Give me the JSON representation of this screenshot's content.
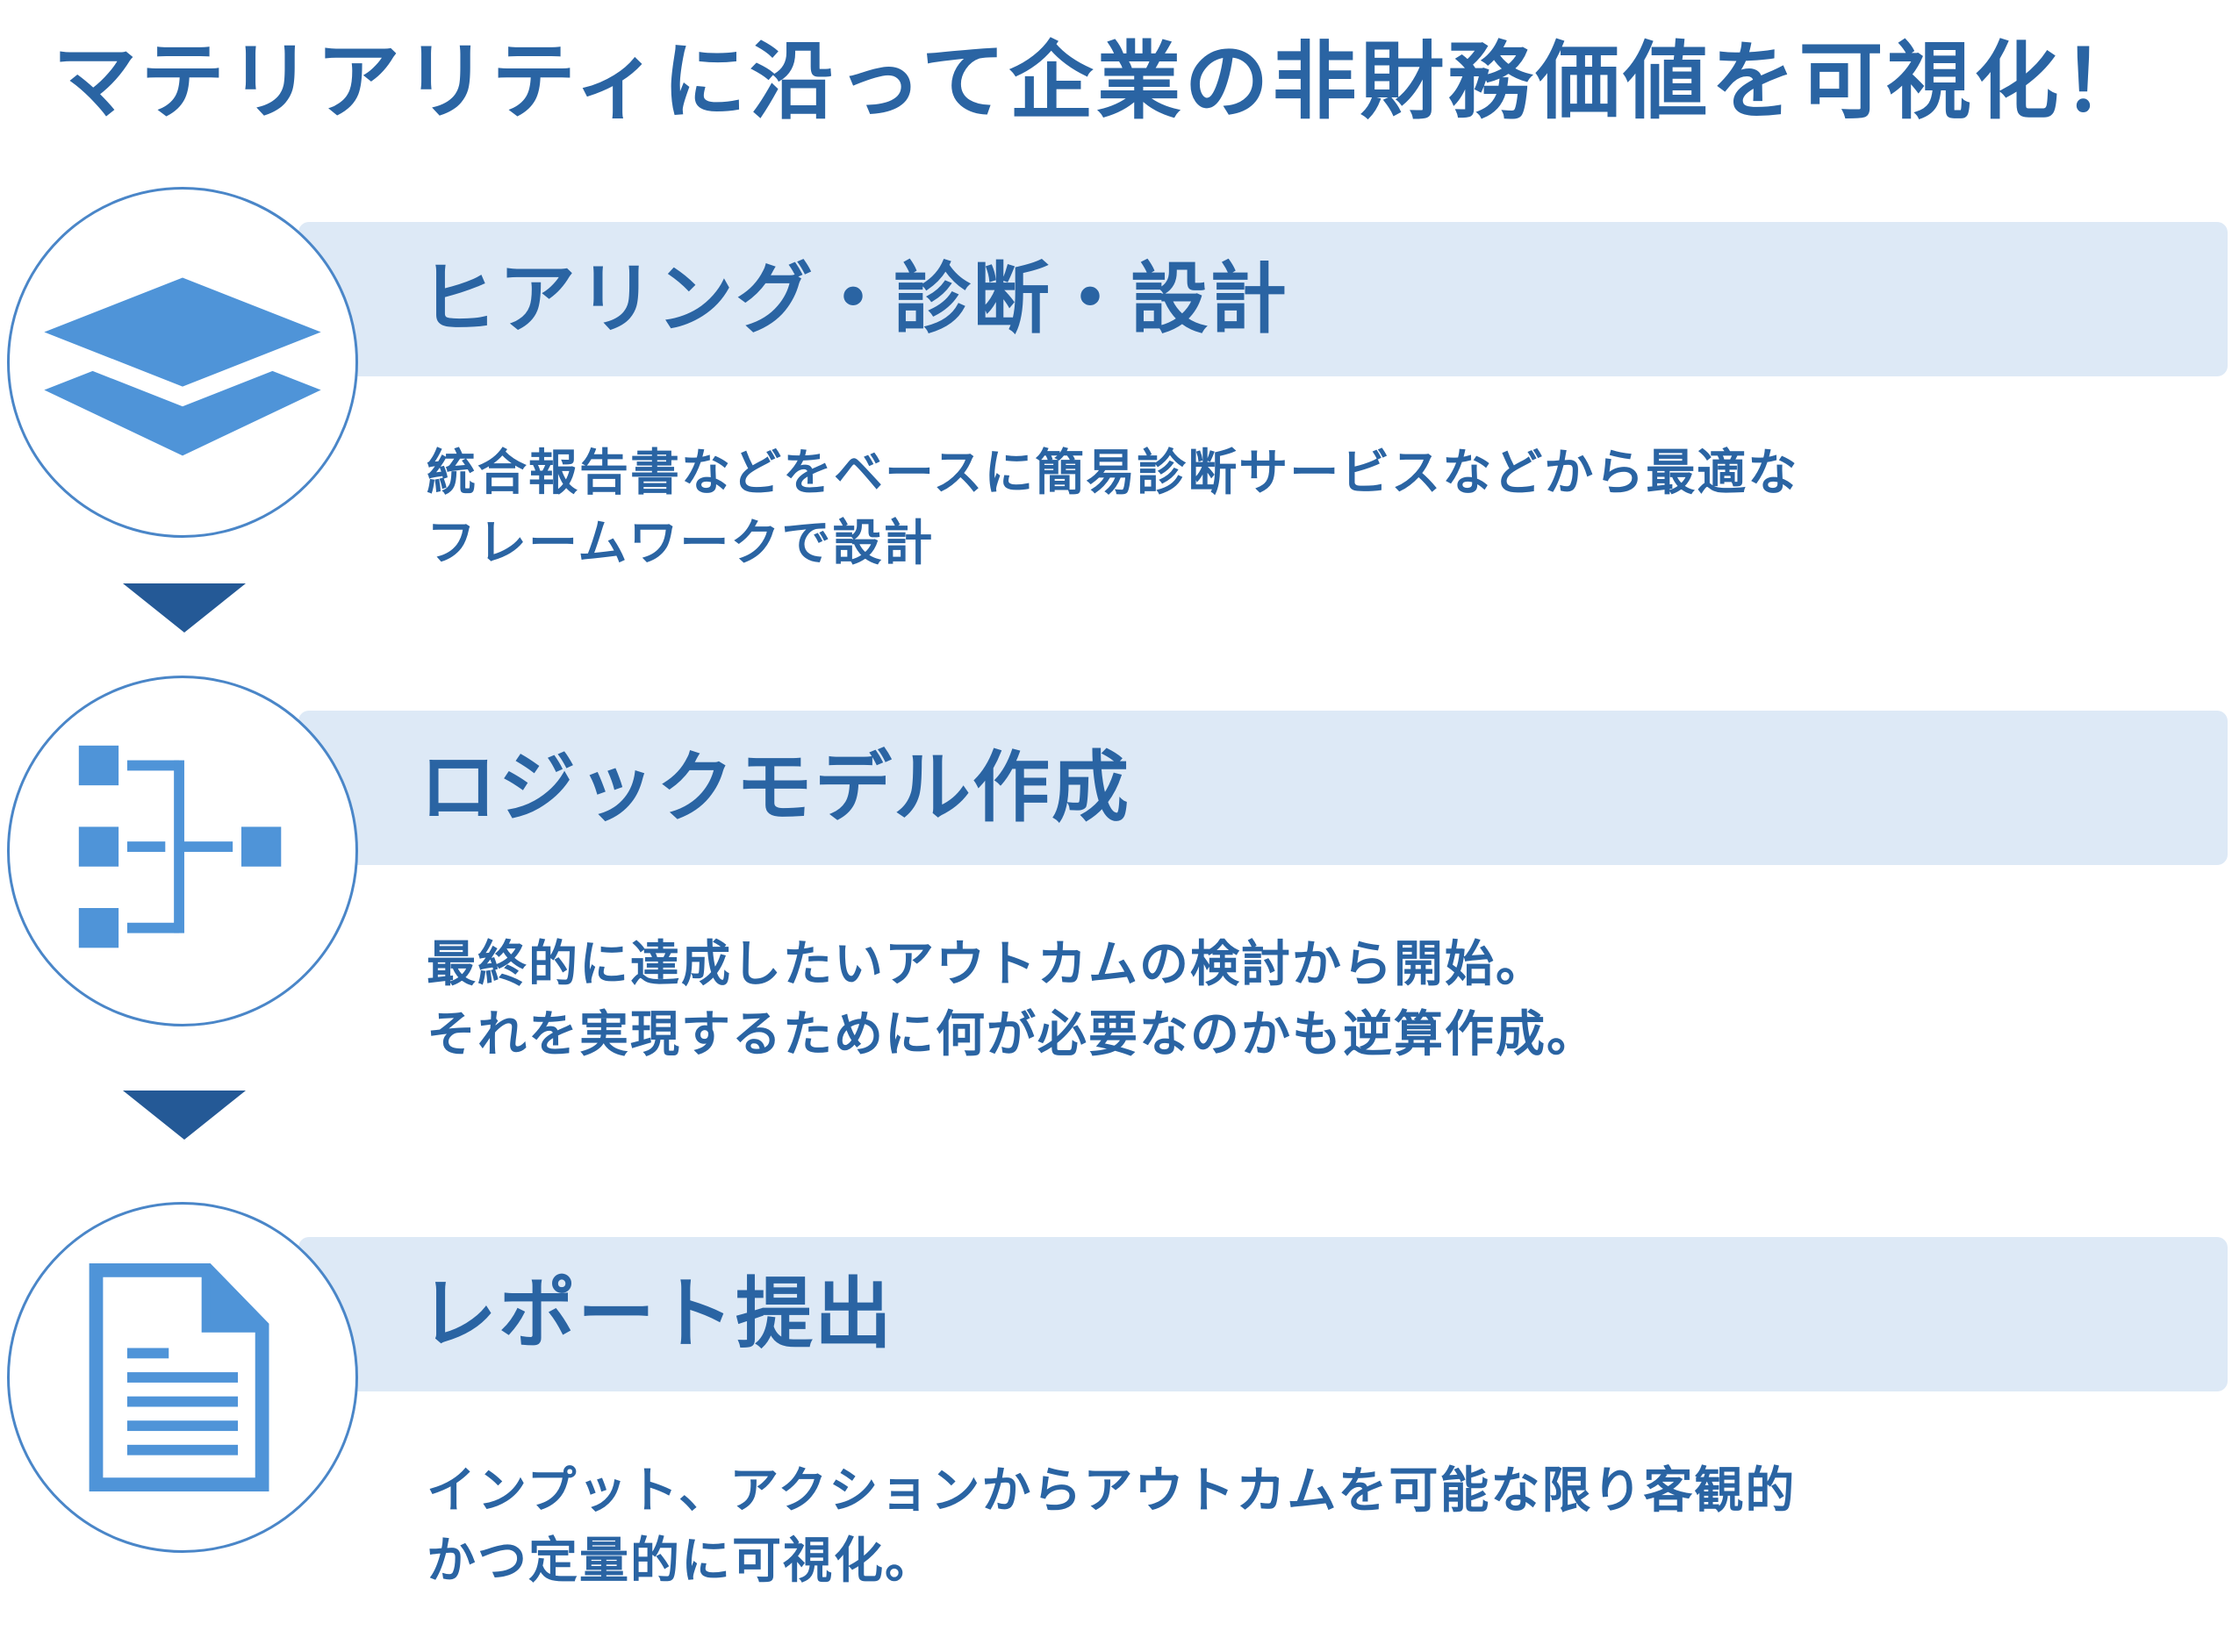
{
  "title": "マテリアリティに沿って企業の非財務価値を可視化！",
  "colors": {
    "accent": "#2a64a3",
    "icon": "#4f94d8",
    "band": "#dde9f6",
    "arrow": "#245996",
    "circle_border": "#4a86c8"
  },
  "steps": [
    {
      "icon": "layers-icon",
      "heading": "ヒアリング・診断・設計",
      "description": [
        "統合報告書などをベースに簡易診断サービスなどから最適な",
        "フレームワークで設計"
      ]
    },
    {
      "icon": "logic-tree-icon",
      "heading": "ロジックモデル作成",
      "description": [
        "最終的に達成したいアウトカムの検討から開始。",
        "それを実現するために何が必要なのかも逆算作成。"
      ]
    },
    {
      "icon": "document-icon",
      "heading": "レポート提出",
      "description": [
        "インプット、アクションからアウトカムを可能な限り客観的",
        "かつ定量的に可視化。"
      ]
    }
  ]
}
